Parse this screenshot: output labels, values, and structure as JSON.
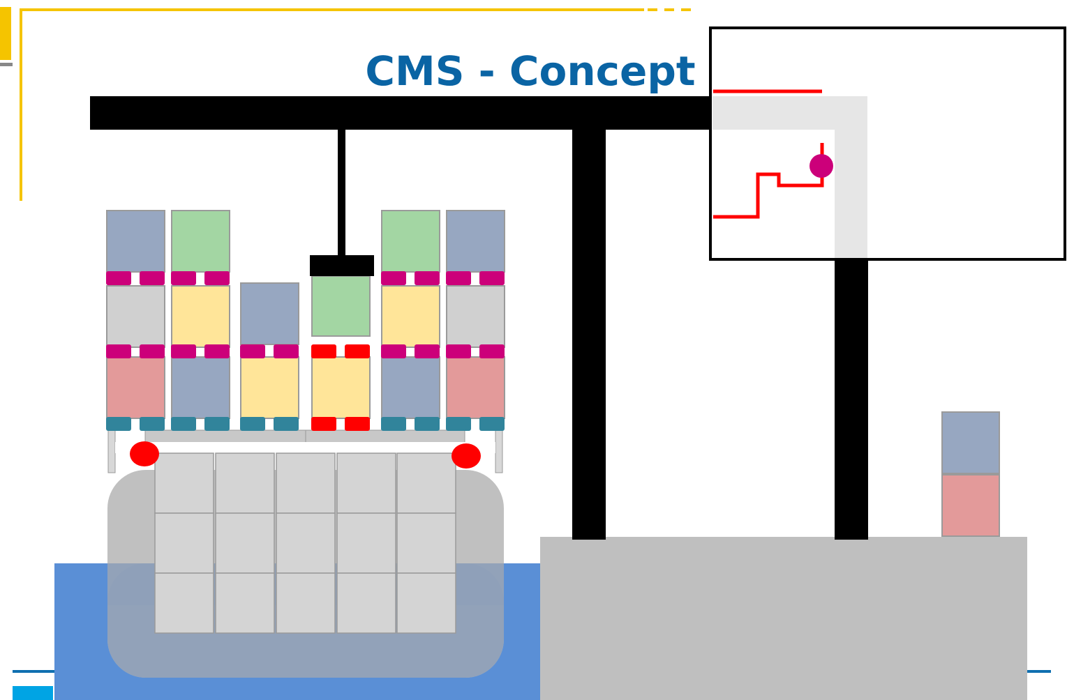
{
  "slide": {
    "title": "CMS - Concept"
  },
  "colors": {
    "title": "#0a64a4",
    "accent_yellow": "#f5c400",
    "crane_black": "#000000",
    "water": "#5a8fd6",
    "quay": "#bfbfbf",
    "hull": "#c0c0c0",
    "hull_submerged": "#8fa0b8",
    "hold_cell": "#d4d4d4",
    "container_blue": "#97a7c1",
    "container_green": "#a3d6a3",
    "container_yellow": "#ffe599",
    "container_gray": "#d0d0d0",
    "container_red": "#e39a9a",
    "lock_magenta": "#cc007a",
    "lock_red": "#ff0000",
    "lock_teal": "#31849b",
    "sensor_red": "#ff0000",
    "inset_gray": "#e6e6e6",
    "footer_blue": "#0f6fb0",
    "footer_cyan": "#00a4e4"
  },
  "ship_stacks": [
    [
      "container_red",
      "container_gray",
      "container_blue"
    ],
    [
      "container_blue",
      "container_yellow",
      "container_green"
    ],
    [
      "container_yellow",
      "container_blue"
    ],
    [
      "container_yellow",
      "container_green"
    ],
    [
      "container_blue",
      "container_yellow",
      "container_green"
    ],
    [
      "container_red",
      "container_gray",
      "container_blue"
    ]
  ],
  "quay_stack": [
    "container_red",
    "container_blue"
  ],
  "crane_spreader_stack_index": 3,
  "legend_icons": [
    "twistlock-icon",
    "sensor-icon",
    "crane-icon",
    "container-icon",
    "ship-hull-icon"
  ]
}
